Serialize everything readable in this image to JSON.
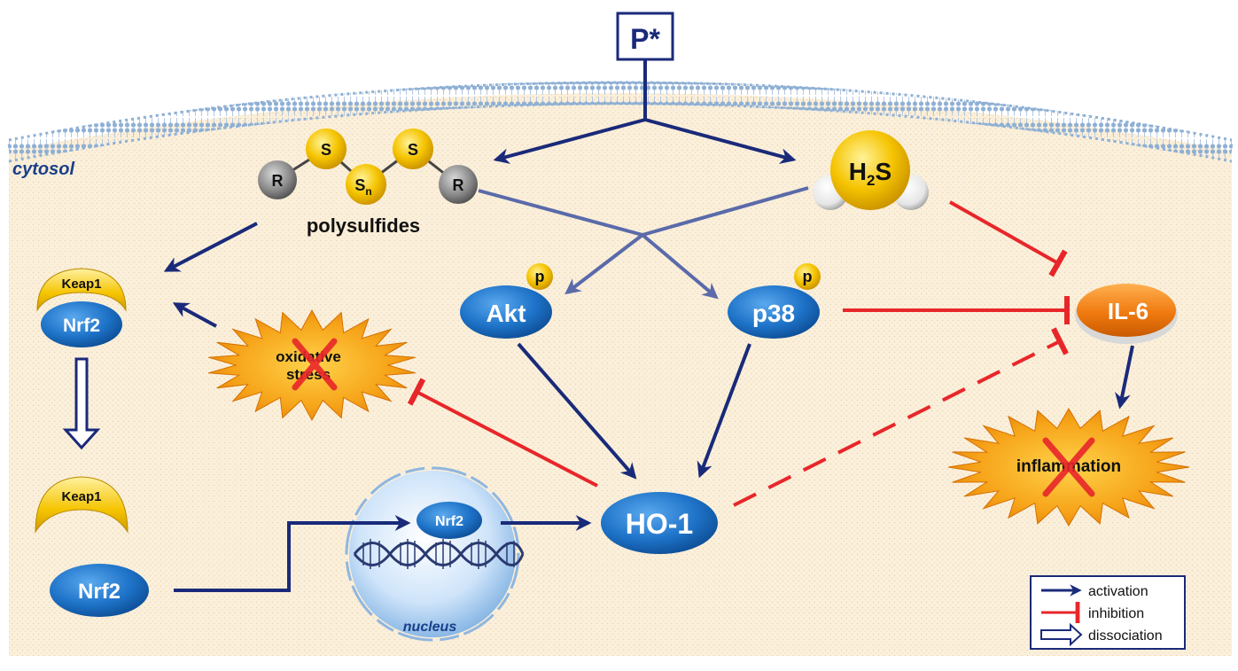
{
  "labels": {
    "trigger": "P*",
    "compartment": "cytosol",
    "h2s_main": "H",
    "h2s_sub": "2",
    "h2s_tail": "S",
    "polysulfides": "polysulfides",
    "r_group": "R",
    "sulfur": "S",
    "sulfur_n_main": "S",
    "sulfur_n_sub": "n",
    "keap1": "Keap1",
    "nrf2": "Nrf2",
    "akt": "Akt",
    "p38": "p38",
    "phospho": "p",
    "ho1": "HO-1",
    "il6": "IL-6",
    "oxidative_line1": "oxidative",
    "oxidative_line2": "stress",
    "inflammation": "inflammation",
    "nucleus": "nucleus"
  },
  "legend": {
    "activation": "activation",
    "inhibition": "inhibition",
    "dissociation": "dissociation"
  },
  "colors": {
    "activation": "#1a2a7a",
    "inhibition": "#e8262a",
    "blue_node": "#1e73c8",
    "sulfur": "#f5c400",
    "il6": "#f07a10",
    "burst": "#f6a318",
    "cell": "#faeed8",
    "membrane": "#9ab6d6"
  }
}
